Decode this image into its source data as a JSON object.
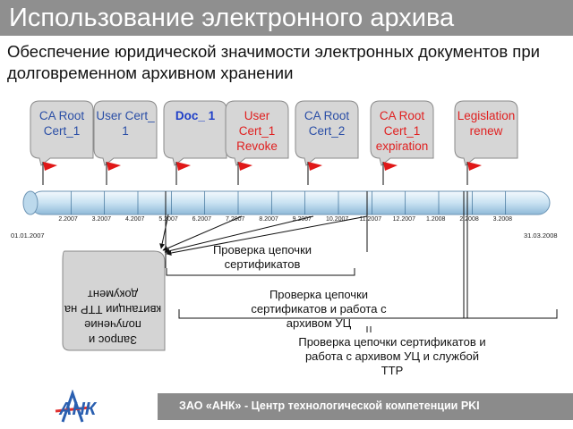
{
  "title": "Использование электронного архива",
  "subtitle": "Обеспечение юридической значимости электронных документов при долговременном архивном хранении",
  "events": [
    {
      "label": "CA Root Cert_1",
      "color": "#2a4ea6"
    },
    {
      "label": "User Cert_ 1",
      "color": "#2a4ea6"
    },
    {
      "label": "Doc_ 1",
      "color": "#1f3fc8",
      "bold": true
    },
    {
      "label": "User Cert_1 Revoke",
      "color": "#e02020"
    },
    {
      "label": "CA Root Cert_2",
      "color": "#2a4ea6"
    },
    {
      "label": "CA Root Cert_1 expiration",
      "color": "#e02020"
    },
    {
      "label": "Legislation renew",
      "color": "#e02020"
    }
  ],
  "timeline": {
    "start_label": "01.01.2007",
    "end_label": "31.03.2008",
    "ticks": [
      "2.2007",
      "3.2007",
      "4.2007",
      "5.2007",
      "6.2007",
      "7.2007",
      "8.2007",
      "9.2007",
      "10.2007",
      "11.2007",
      "12.2007",
      "1.2008",
      "2.2008",
      "3.2008"
    ]
  },
  "request_box": {
    "label": "Запрос и получение квитанции ТТР на документ"
  },
  "checks": [
    {
      "label": "Проверка цепочки сертификатов"
    },
    {
      "label": "Проверка цепочки сертификатов и работа с архивом УЦ"
    },
    {
      "label": "Проверка цепочки сертификатов и работа с архивом УЦ и службой ТТР"
    }
  ],
  "footer": {
    "text": "ЗАО «АНК» - Центр технологической компетенции PKI",
    "logo_text": "АНК"
  },
  "colors": {
    "box_fill": "#d6d6d6",
    "bar_fill": "#cfe4f2",
    "flag": "#e01818",
    "title_bar": "#8f8f8f"
  }
}
